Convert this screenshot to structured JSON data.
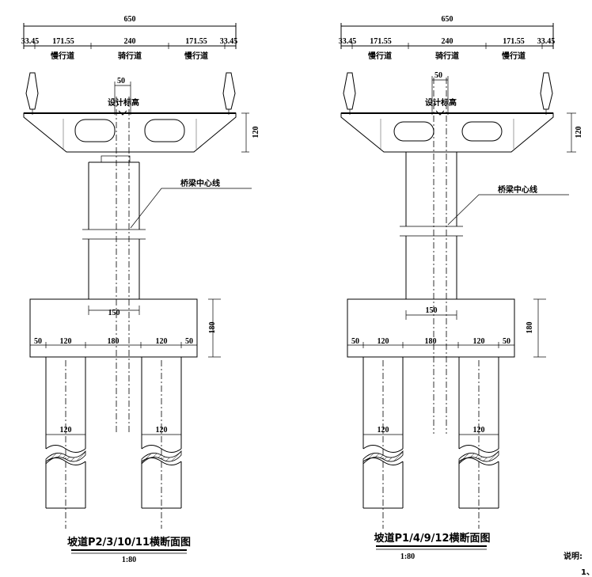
{
  "drawings": [
    {
      "deck": {
        "total_width": "650",
        "segments": [
          "33.45",
          "171.55",
          "240",
          "171.55",
          "33.45"
        ],
        "lanes": [
          "慢行道",
          "骑行道",
          "慢行道"
        ],
        "offset": "50",
        "design_elevation": "设计标高",
        "girder_height": "120"
      },
      "pier": {
        "centerline_label": "桥梁中心线"
      },
      "cap": {
        "width": "150",
        "height": "180",
        "segments": [
          "50",
          "120",
          "180",
          "120",
          "50"
        ]
      },
      "piles": {
        "diameter": "120"
      },
      "title": "坡道P2/3/10/11横断面图",
      "scale": "1:80"
    },
    {
      "deck": {
        "total_width": "650",
        "segments": [
          "33.45",
          "171.55",
          "240",
          "171.55",
          "33.45"
        ],
        "lanes": [
          "慢行道",
          "骑行道",
          "慢行道"
        ],
        "offset": "50",
        "design_elevation": "设计标高",
        "girder_height": "120"
      },
      "pier": {
        "centerline_label": "桥梁中心线"
      },
      "cap": {
        "width": "150",
        "height": "180",
        "segments": [
          "50",
          "120",
          "180",
          "120",
          "50"
        ]
      },
      "piles": {
        "diameter": "120"
      },
      "title": "坡道P1/4/9/12横断面图",
      "scale": "1:80"
    }
  ],
  "notes": {
    "heading": "说明:",
    "item_1": "1、"
  }
}
